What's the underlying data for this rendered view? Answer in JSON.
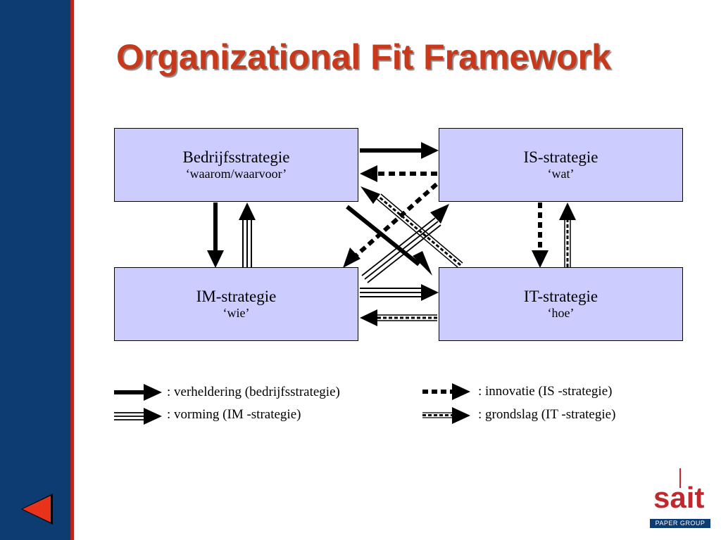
{
  "title": "Organizational Fit Framework",
  "boxes": {
    "bedrijf": {
      "name": "Bedrijfsstrategie",
      "sub": "‘waarom/waarvoor’"
    },
    "is": {
      "name": "IS-strategie",
      "sub": "‘wat’"
    },
    "im": {
      "name": "IM-strategie",
      "sub": "‘wie’"
    },
    "it": {
      "name": "IT-strategie",
      "sub": "‘hoe’"
    }
  },
  "legend": {
    "verheldering": ": verheldering (bedrijfsstrategie)",
    "vorming": ": vorming (IM  -strategie)",
    "innovatie": ": innovatie (IS  -strategie)",
    "grondslag": ": grondslag (IT  -strategie)"
  },
  "logo": {
    "word": "sait",
    "tagline": "PAPER GROUP"
  },
  "colors": {
    "sidebar": "#0d3c73",
    "accent": "#b9281d",
    "title": "#c8381a",
    "box_fill": "#ccccff"
  }
}
